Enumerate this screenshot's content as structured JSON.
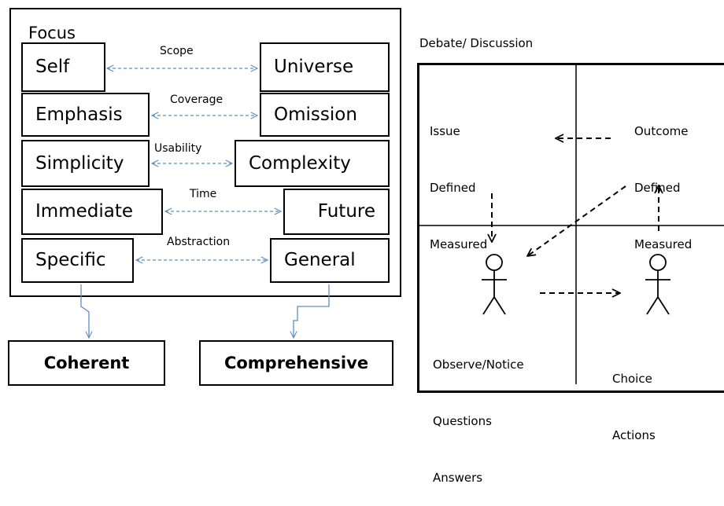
{
  "focus": {
    "title": "Focus",
    "pairs": [
      {
        "left": "Self",
        "relation": "Scope",
        "right": "Universe"
      },
      {
        "left": "Emphasis",
        "relation": "Coverage",
        "right": "Omission"
      },
      {
        "left": "Simplicity",
        "relation": "Usability",
        "right": "Complexity"
      },
      {
        "left": "Immediate",
        "relation": "Time",
        "right": "Future"
      },
      {
        "left": "Specific",
        "relation": "Abstraction",
        "right": "General"
      }
    ]
  },
  "outcomes": {
    "left": "Coherent",
    "right": "Comprehensive"
  },
  "debate": {
    "title": "Debate/ Discussion",
    "quadrants": {
      "top_left": [
        "Issue",
        "Defined",
        "Measured"
      ],
      "top_right": [
        "Outcome",
        "Defined",
        "Measured"
      ],
      "bottom_left": [
        "Observe/Notice",
        "Questions",
        "Answers"
      ],
      "bottom_right": [
        "Choice",
        "Actions"
      ]
    }
  },
  "colors": {
    "arrow_blue": "#5b8fc7",
    "line": "#000000"
  }
}
